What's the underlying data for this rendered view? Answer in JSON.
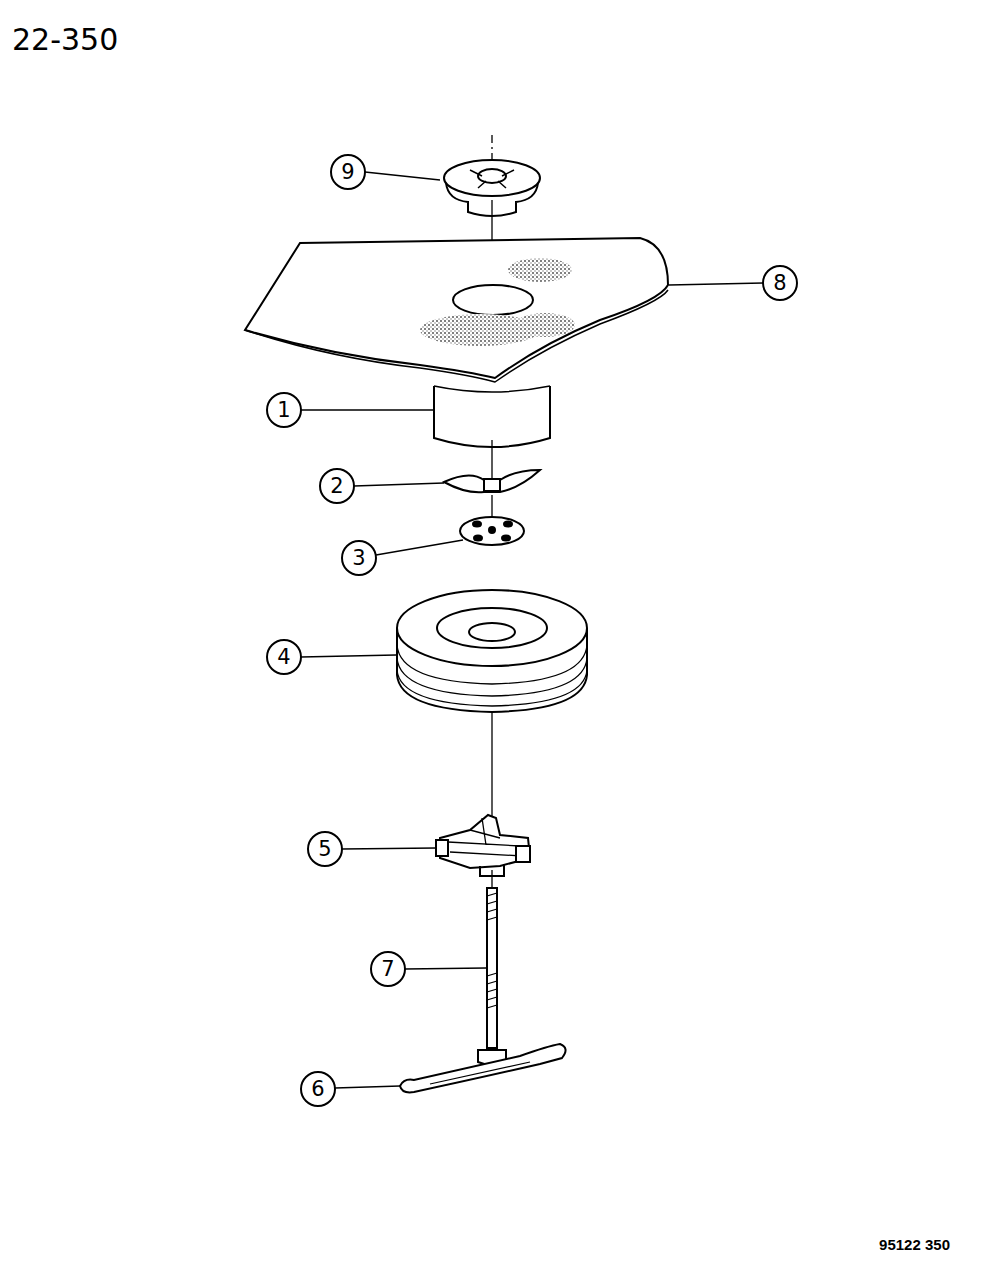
{
  "diagram": {
    "title": "22-350",
    "labels": [
      "9",
      "8",
      "1",
      "2",
      "3",
      "4",
      "5",
      "7",
      "6",
      "95122 350"
    ]
  }
}
